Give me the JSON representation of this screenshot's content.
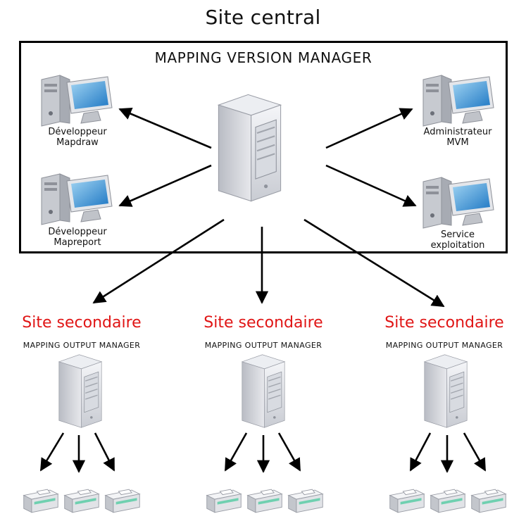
{
  "central": {
    "title": "Site central",
    "box_label": "MAPPING VERSION MANAGER",
    "clients": [
      {
        "line1": "Développeur",
        "line2": "Mapdraw"
      },
      {
        "line1": "Développeur",
        "line2": "Mapreport"
      },
      {
        "line1": "Administrateur",
        "line2": "MVM"
      },
      {
        "line1": "Service",
        "line2": "exploitation"
      }
    ]
  },
  "secondary_sites": [
    {
      "title": "Site secondaire",
      "subtitle": "MAPPING OUTPUT MANAGER"
    },
    {
      "title": "Site secondaire",
      "subtitle": "MAPPING OUTPUT MANAGER"
    },
    {
      "title": "Site secondaire",
      "subtitle": "MAPPING OUTPUT MANAGER"
    }
  ],
  "colors": {
    "secondary_title": "#e01515",
    "border": "#000000"
  },
  "icons": [
    "server-icon",
    "workstation-icon",
    "printer-icon"
  ]
}
